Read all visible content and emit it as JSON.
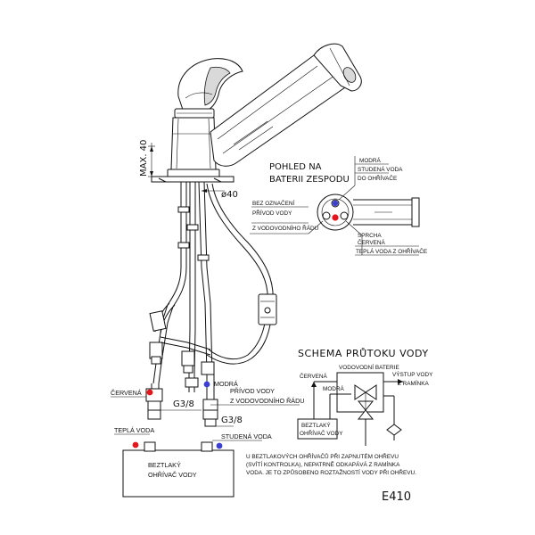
{
  "colors": {
    "red": "#e8141c",
    "blue": "#3b3fd6",
    "ink": "#111111"
  },
  "dimensions": {
    "max_height": "MAX. 40",
    "diameter": "ø40",
    "thread_left": "G3/8",
    "thread_right": "G3/8"
  },
  "bottom_view": {
    "title_line1": "POHLED NA",
    "title_line2": "BATERII ZESPODU",
    "modra_top": "MODRÁ",
    "studena_voda": "STUDENÁ VODA",
    "do_ohrivace": "DO OHŘÍVAČE",
    "bez_oznaceni": "BEZ OZNAČENÍ",
    "privod_vody": "PŘÍVOD VODY",
    "z_vodovodniho_radu": "Z VODOVODNÍHO ŘÁDU",
    "sprcha": "SPRCHA",
    "cervena": "ČERVENÁ",
    "tepla_voda_z_ohrivace": "TEPLÁ VODA Z OHŘÍVAČE"
  },
  "hose_labels": {
    "cervena": "ČERVENÁ",
    "modra": "MODRÁ",
    "privod_vody": "PŘÍVOD VODY",
    "z_vodovodniho_radu": "Z VODOVODNÍHO ŘÁDU",
    "tepla_voda": "TEPLÁ VODA",
    "studena_voda": "STUDENÁ VODA"
  },
  "heater": {
    "line1": "BEZTLAKÝ",
    "line2": "OHŘÍVAČ VODY"
  },
  "schema": {
    "title": "SCHEMA PRŮTOKU VODY",
    "vodovodni_baterie": "VODOVODNÍ BATERIE",
    "cervena": "ČERVENÁ",
    "modra": "MODRÁ",
    "vystup_vody": "VÝSTUP VODY",
    "z_raminka": "Z RAMÍNKA",
    "heater_line1": "BEZTLAKÝ",
    "heater_line2": "OHŘÍVAČ VODY"
  },
  "note": {
    "line1": "U BEZTLAKOVÝCH OHŘÍVAČŮ PŘI ZAPNUTÉM OHŘEVU",
    "line2": "(SVÍTÍ KONTROLKA), NEPATRNĚ ODKAPÁVÁ Z RAMÍNKA",
    "line3": "VODA. JE TO ZPŮSOBENO ROZTAŽNOSTÍ VODY PŘI OHŘEVU."
  },
  "model": "E410"
}
